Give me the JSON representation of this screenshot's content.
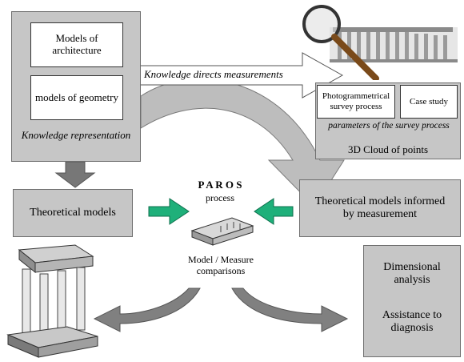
{
  "knowledge_block": {
    "models_architecture": "Models of architecture",
    "models_geometry": "models of geometry",
    "caption": "Knowledge representation"
  },
  "arrow_label": "Knowledge directs measurements",
  "survey_block": {
    "photogrammetrical": "Photogrammetrical survey process",
    "case_study": "Case study",
    "parameters": "parameters of the survey process",
    "cloud": "3D Cloud of points"
  },
  "theoretical_models": "Theoretical models",
  "theoretical_informed": "Theoretical models informed by measurement",
  "paros": {
    "title": "P A R O S",
    "subtitle": "process",
    "comparison": "Model  / Measure comparisons"
  },
  "outputs": {
    "dimensional": "Dimensional analysis",
    "assistance": "Assistance to diagnosis"
  },
  "colors": {
    "box_gray": "#c6c6c6",
    "arrow_gray": "#bdbdbd",
    "dark_arrow": "#777777",
    "green_arrow": "#1fb07a"
  }
}
